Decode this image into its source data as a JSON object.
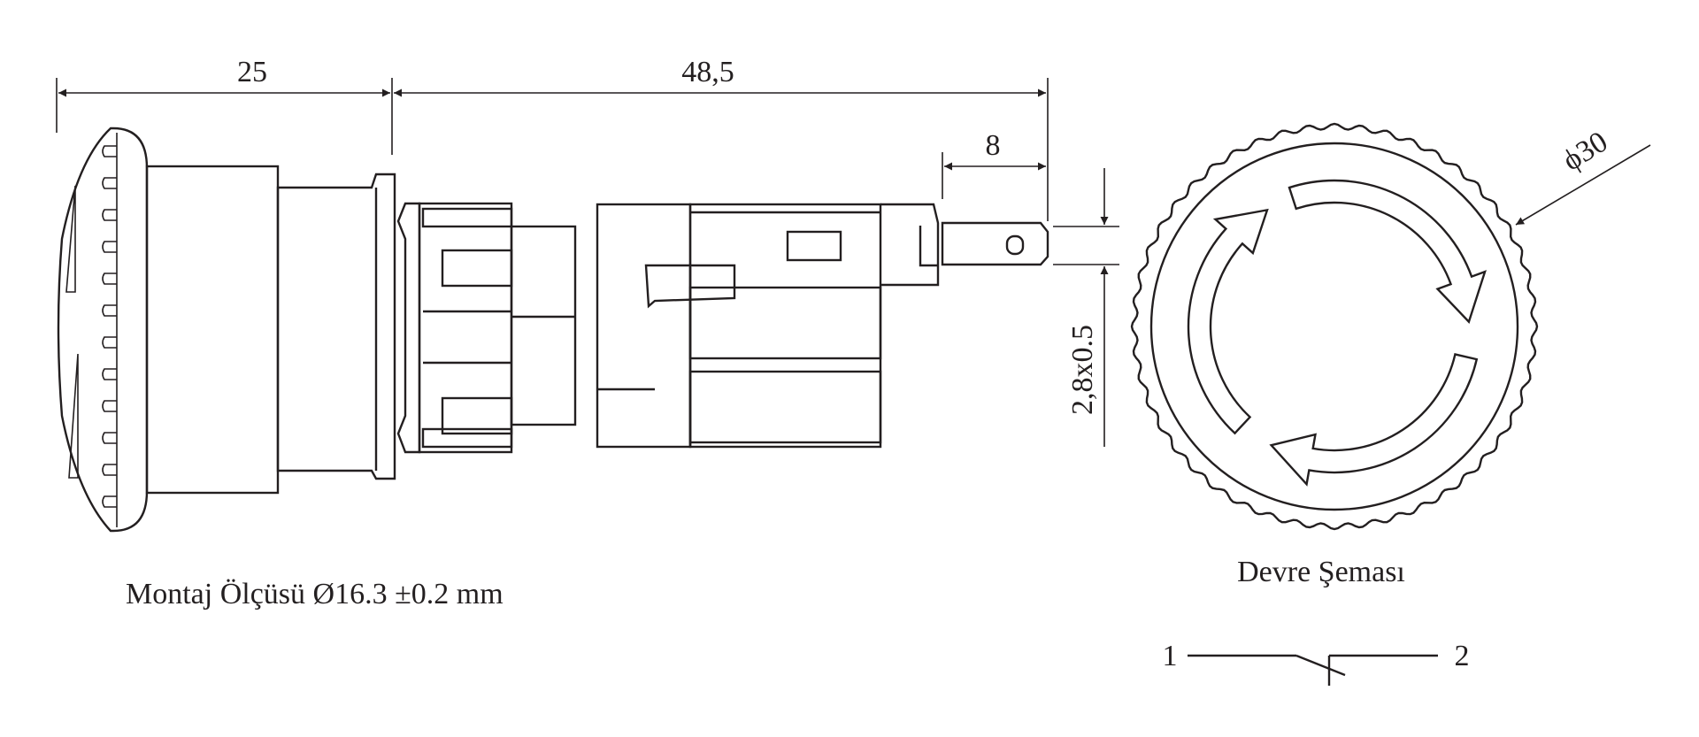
{
  "dimensions": {
    "head_length": "25",
    "body_length": "48,5",
    "terminal_length": "8",
    "terminal_size": "2,8x0.5",
    "diameter": "30",
    "diameter_symbol": "ϕ"
  },
  "labels": {
    "mounting": "Montaj Ölçüsü Ø16.3 ±0.2 mm",
    "circuit_title": "Devre Şeması"
  },
  "circuit": {
    "terminal_1": "1",
    "terminal_2": "2"
  },
  "colors": {
    "line": "#231f20",
    "background": "#ffffff"
  }
}
